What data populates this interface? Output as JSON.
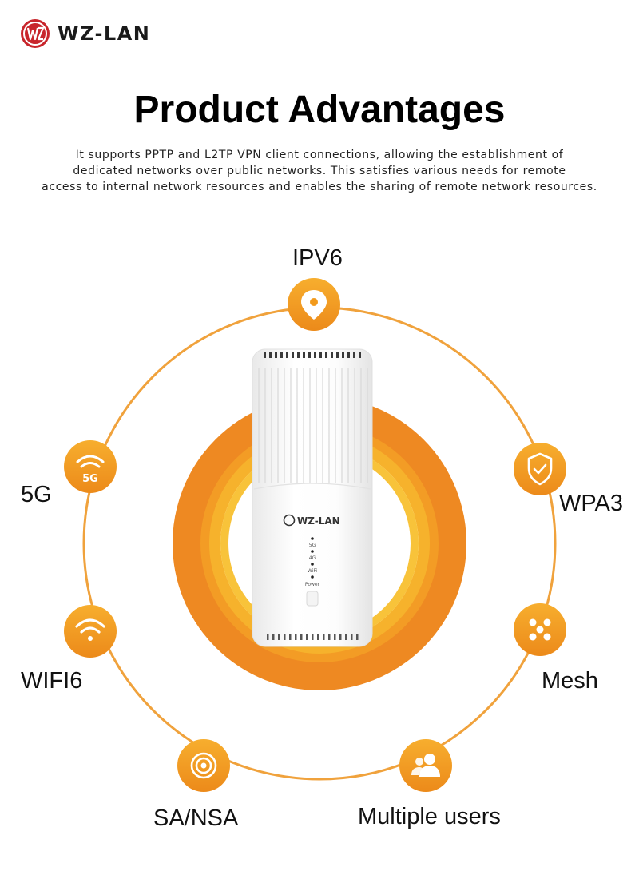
{
  "brand": {
    "name": "WZ-LAN"
  },
  "heading": {
    "title": "Product Advantages",
    "description_lines": [
      "It supports PPTP and L2TP VPN client connections, allowing the establishment of",
      "dedicated networks over public networks. This satisfies various needs for remote",
      "access to internal network resources and enables the sharing of remote network resources."
    ]
  },
  "features": [
    {
      "id": "ipv6",
      "label": "IPV6",
      "icon": "location-pin-icon"
    },
    {
      "id": "5g",
      "label": "5G",
      "icon": "5g-wifi-icon",
      "icon_text": "5G"
    },
    {
      "id": "wpa3",
      "label": "WPA3",
      "icon": "shield-check-icon"
    },
    {
      "id": "wifi6",
      "label": "WIFI6",
      "icon": "wifi-icon"
    },
    {
      "id": "mesh",
      "label": "Mesh",
      "icon": "mesh-dots-icon"
    },
    {
      "id": "sansa",
      "label": "SA/NSA",
      "icon": "target-rings-icon"
    },
    {
      "id": "users",
      "label": "Multiple users",
      "icon": "users-icon"
    }
  ],
  "router": {
    "brand": "WZ-LAN",
    "indicators": [
      "5G",
      "4G",
      "WiFi",
      "Power"
    ]
  },
  "colors": {
    "accent": "#f29a1c",
    "ring_outer": "#ee8a22",
    "ring_inner": "#f6b02a",
    "line": "#f0a23c"
  }
}
